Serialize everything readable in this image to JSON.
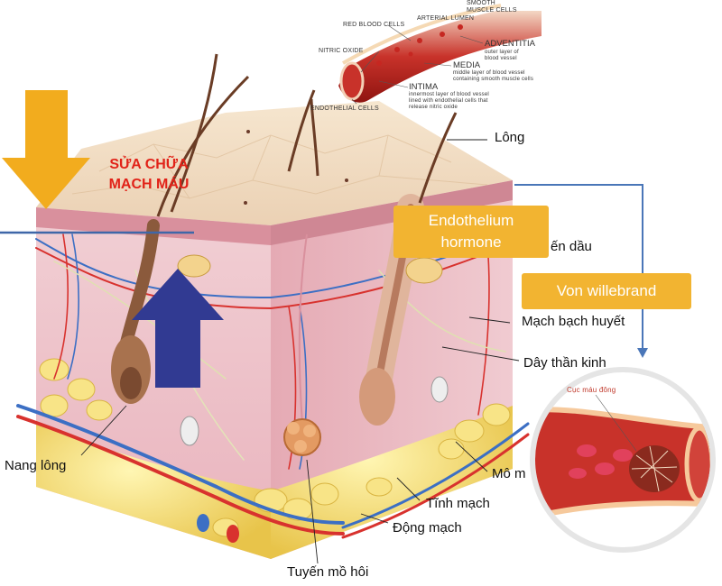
{
  "vessel_inset": {
    "red_blood_cells": "RED BLOOD CELLS",
    "arterial_lumen": "ARTERIAL LUMEN",
    "smooth_muscle": "SMOOTH",
    "smooth_muscle_2": "MUSCLE CELLS",
    "nitric_oxide": "NITRIC OXIDE",
    "adventitia": "ADVENTITIA",
    "adventitia_desc": "outer layer of",
    "adventitia_desc_2": "blood vessel",
    "media": "MEDIA",
    "media_desc": "middle layer of blood vessel",
    "media_desc_2": "containing smooth muscle cells",
    "intima": "INTIMA",
    "intima_desc": "innermost layer of blood vessel",
    "intima_desc_2": "lined with endothelial cells that",
    "intima_desc_3": "release nitric oxide",
    "endothelial_cells": "ENDOTHELIAL CELLS"
  },
  "annotations": {
    "repair_line1": "SỬA CHỮA",
    "repair_line2": "MẠCH MÁU",
    "endothelium_line1": "Endothelium",
    "endothelium_line2": "hormone",
    "von_willebrand": "Von willebrand",
    "clot_label": "Cục máu đông"
  },
  "skin_labels": {
    "hair": "Lông",
    "sebaceous": "ến dầu",
    "lymph": "Mạch bạch huyết",
    "nerve": "Dây thần kinh",
    "follicle": "Nang lông",
    "tissue": "Mô m",
    "vein": "Tĩnh mạch",
    "artery": "Động mạch",
    "sweat_gland": "Tuyến mồ hôi"
  },
  "colors": {
    "orange_arrow": "#f2ac1e",
    "navy_arrow": "#313a92",
    "connector_blue": "#4a76b8",
    "tag_fill": "#f2b431",
    "repair_text": "#e12218"
  }
}
